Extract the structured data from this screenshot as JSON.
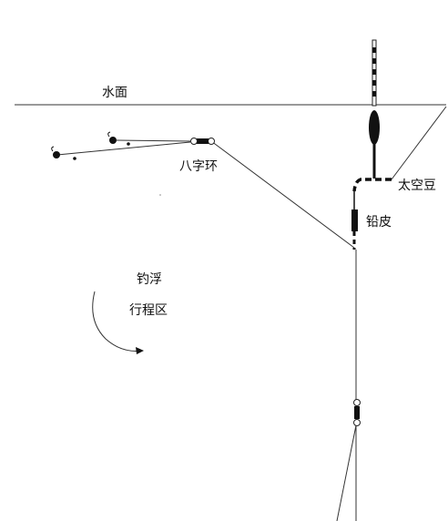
{
  "labels": {
    "water_surface": "水面",
    "figure8_ring": "八字环",
    "space_beans": "太空豆",
    "lead_sheet": "铅皮",
    "travel_zone_line1": "钓浮",
    "travel_zone_line2": "行程区"
  },
  "colors": {
    "line": "#333333",
    "component": "#111111",
    "background": "#ffffff"
  }
}
